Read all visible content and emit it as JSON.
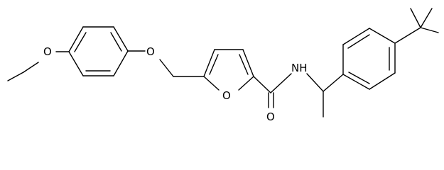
{
  "structure": {
    "atoms": {
      "o_ethoxy": "O",
      "o_ether": "O",
      "o_furan": "O",
      "o_carbonyl": "O",
      "nh": "NH"
    },
    "colors": {
      "bonds": "#000000",
      "labels": "#000000",
      "background": "#ffffff"
    }
  }
}
